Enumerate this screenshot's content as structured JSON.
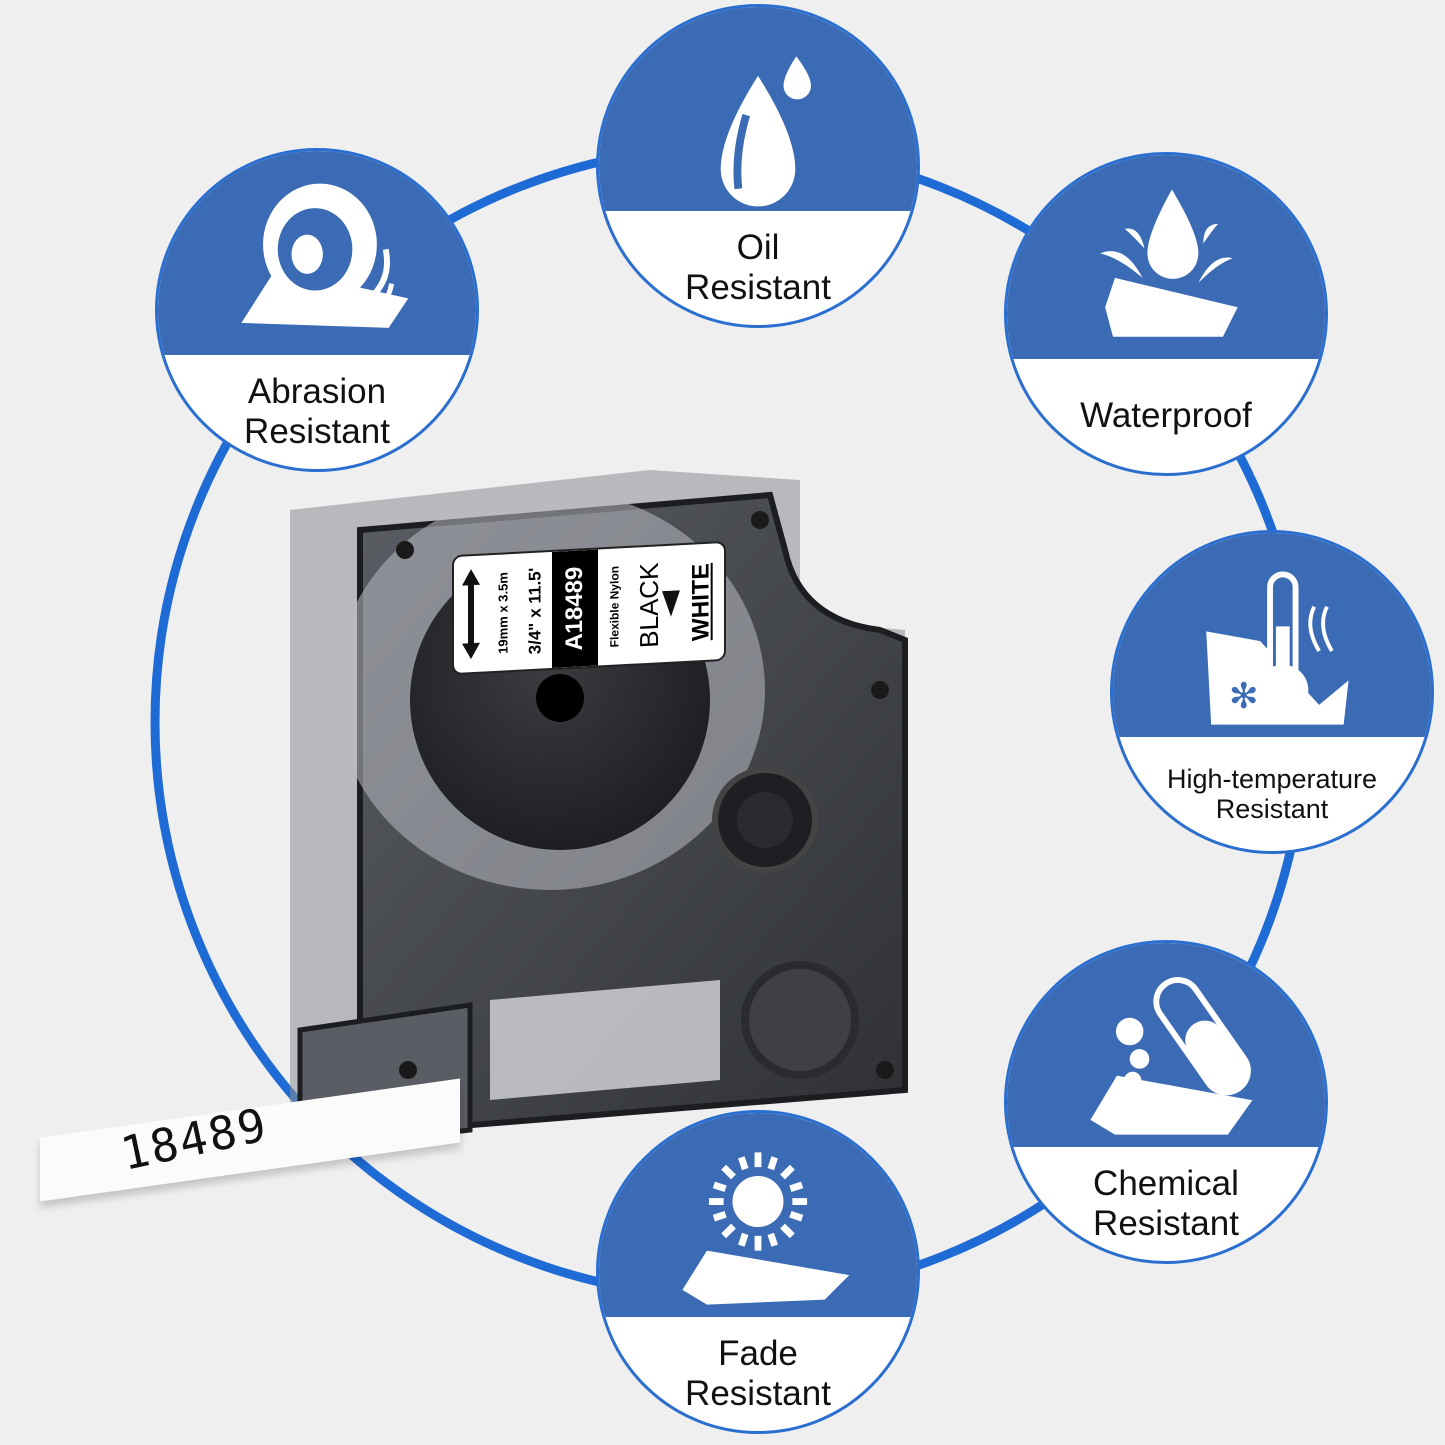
{
  "theme": {
    "background": "#efefef",
    "accent_blue": "#3b6bb5",
    "ring_blue": "#1f6bd6",
    "label_text": "#111111"
  },
  "features": [
    {
      "id": "abrasion",
      "icon": "tape-roll-icon",
      "line1": "Abrasion",
      "line2": "Resistant"
    },
    {
      "id": "oil",
      "icon": "oil-drop-icon",
      "line1": "Oil",
      "line2": "Resistant"
    },
    {
      "id": "waterproof",
      "icon": "water-splash-icon",
      "line1": "Waterproof",
      "line2": ""
    },
    {
      "id": "high-temp",
      "icon": "thermometer-snowflake-icon",
      "line1": "High-temperature",
      "line2": "Resistant"
    },
    {
      "id": "chemical",
      "icon": "test-tube-icon",
      "line1": "Chemical",
      "line2": "Resistant"
    },
    {
      "id": "fade",
      "icon": "sun-icon",
      "line1": "Fade",
      "line2": "Resistant"
    }
  ],
  "cartridge": {
    "size_metric": "19mm x 3.5m",
    "size_imperial": "3/4\" x 11.5'",
    "model": "A18489",
    "material": "Flexible Nylon",
    "text_color": "BLACK",
    "tape_color": "WHITE",
    "printed_sample": "18489"
  }
}
